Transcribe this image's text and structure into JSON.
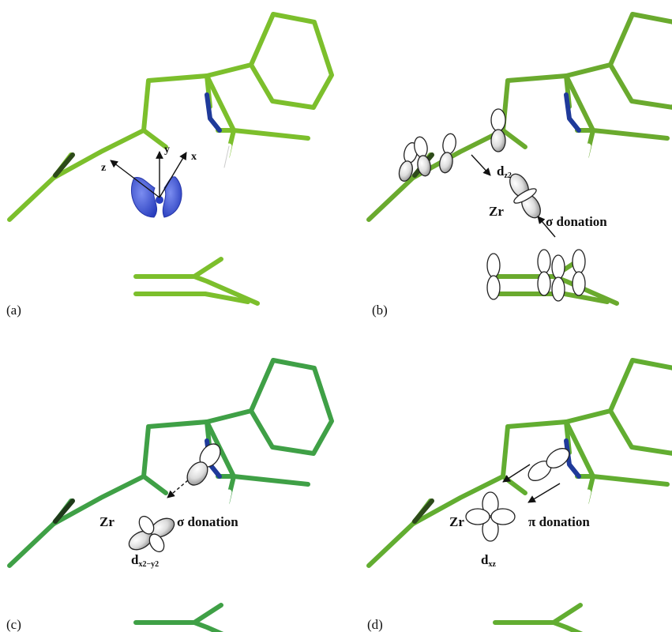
{
  "panels": {
    "a": {
      "label": "(a)",
      "axes": {
        "x": "x",
        "y": "y",
        "z": "z"
      }
    },
    "b": {
      "label": "(b)",
      "metal": "Zr",
      "orbital_main": "d",
      "orbital_sub": "z2",
      "donation": "σ donation"
    },
    "c": {
      "label": "(c)",
      "metal": "Zr",
      "orbital_main": "d",
      "orbital_sub": "x2−y2",
      "donation": "σ donation"
    },
    "d": {
      "label": "(d)",
      "metal": "Zr",
      "orbital_main": "d",
      "orbital_sub": "xz",
      "donation": "π donation"
    }
  },
  "colors": {
    "carbon_light": "#7cbf2c",
    "carbon_mid": "#4aa83a",
    "nitrogen": "#1f3a9a",
    "hydrogen": "#ffffff",
    "density": "#3a55d4",
    "orbital_fill": "#ffffff",
    "orbital_shade": "#9a9a9a"
  }
}
